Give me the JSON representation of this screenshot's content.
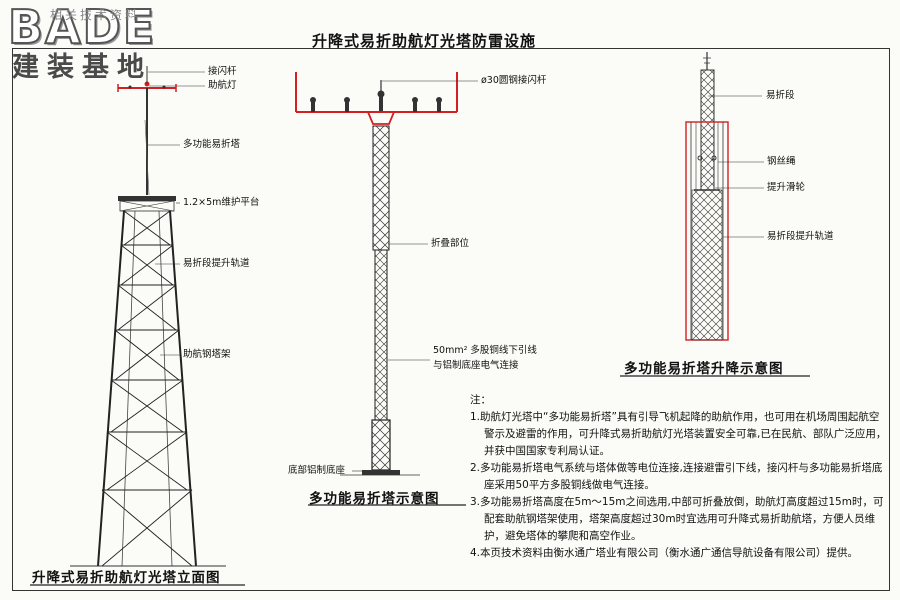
{
  "logo": {
    "brand": "BADE",
    "name_cn": "建装基地",
    "watermark": "相关技术资料"
  },
  "page_title": "升降式易折助航灯光塔防雷设施",
  "figure1": {
    "caption": "升降式易折助航灯光塔立面图",
    "labels": {
      "lightning_rod": "接闪杆",
      "nav_light": "助航灯",
      "multi_tower": "多功能易折塔",
      "platform": "1.2×5m维护平台",
      "lift_track": "易折段提升轨道",
      "steel_frame": "助航钢塔架"
    }
  },
  "figure2": {
    "caption": "多功能易折塔示意图",
    "labels": {
      "rod": "ø30圆钢接闪杆",
      "fold": "折叠部位",
      "down_conductor_1": "50mm² 多股铜线下引线",
      "down_conductor_2": "与铝制底座电气连接",
      "base": "底部铝制底座"
    }
  },
  "figure3": {
    "caption": "多功能易折塔升降示意图",
    "labels": {
      "frangible": "易折段",
      "wire_rope": "钢丝绳",
      "pulley": "提升滑轮",
      "track": "易折段提升轨道"
    }
  },
  "notes": {
    "heading": "注：",
    "items": [
      "1.助航灯光塔中“多功能易折塔”具有引导飞机起降的助航作用，也可用在机场周围起航空警示及避雷的作用，可升降式易折助航灯光塔装置安全可靠,已在民航、部队广泛应用，并获中国国家专利局认证。",
      "2.多功能易折塔电气系统与塔体做等电位连接,连接避雷引下线，接闪杆与多功能易折塔底座采用50平方多股铜线做电气连接。",
      "3.多功能易折塔高度在5m～15m之间选用,中部可折叠放倒，助航灯高度超过15m时，可配套助航钢塔架使用，塔架高度超过30m时宜选用可升降式易折助航塔，方便人员维护，避免塔体的攀爬和高空作业。",
      "4.本页技术资料由衡水通广塔业有限公司（衡水通广通信导航设备有限公司）提供。"
    ]
  },
  "colors": {
    "accent": "#d42020",
    "ink": "#111111"
  }
}
